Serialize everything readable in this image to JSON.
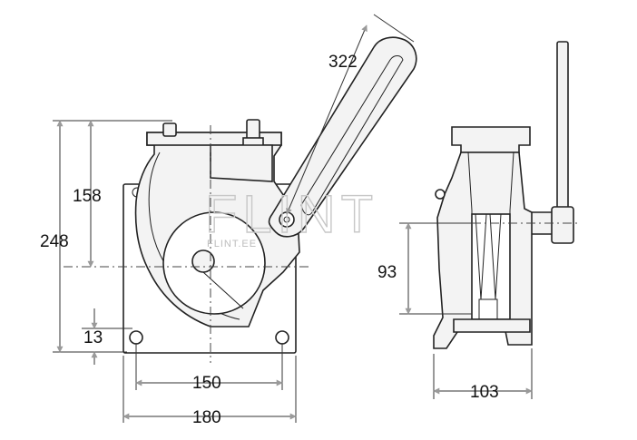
{
  "dimensions": {
    "handle_length": "322",
    "upper_height": "158",
    "total_height": "248",
    "hole_offset": "13",
    "hole_spacing": "150",
    "plate_width": "180",
    "drum_height": "93",
    "side_width": "103"
  },
  "watermark": {
    "brand": "FLINT",
    "domain": "FLINT.EE"
  }
}
